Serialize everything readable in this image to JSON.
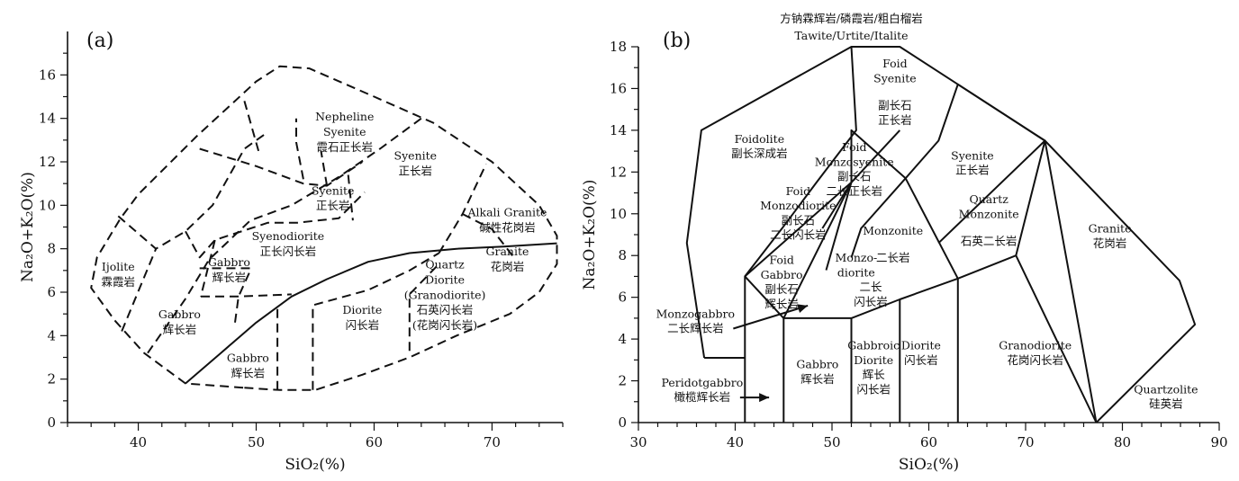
{
  "chart_data": [
    {
      "type": "scatter",
      "panel_label": "(a)",
      "xlabel": "SiO₂(%)",
      "ylabel": "Na₂O+K₂O(%)",
      "xlim": [
        34,
        76
      ],
      "ylim": [
        0,
        18
      ],
      "xticks": [
        40,
        50,
        60,
        70
      ],
      "yticks": [
        0,
        2,
        4,
        6,
        8,
        10,
        12,
        14,
        16
      ],
      "grid": false,
      "solid_boundaries": [
        [
          [
            44,
            1.8
          ],
          [
            47,
            3.2
          ],
          [
            50,
            4.6
          ],
          [
            53,
            5.8
          ],
          [
            56,
            6.6
          ],
          [
            59.5,
            7.4
          ],
          [
            63,
            7.8
          ],
          [
            67,
            8.0
          ],
          [
            71,
            8.1
          ],
          [
            75.5,
            8.25
          ]
        ]
      ],
      "dashed_boundaries": [
        [
          [
            49,
            1.6
          ],
          [
            52,
            1.5
          ],
          [
            55,
            1.5
          ],
          [
            59,
            2.2
          ],
          [
            63,
            3.0
          ],
          [
            67,
            4.0
          ],
          [
            71.5,
            5.0
          ],
          [
            74,
            6.0
          ],
          [
            75.5,
            7.3
          ],
          [
            75.5,
            8.6
          ],
          [
            74,
            10.0
          ],
          [
            70,
            12.0
          ],
          [
            65,
            13.8
          ],
          [
            60,
            15.0
          ],
          [
            54.5,
            16.3
          ],
          [
            52,
            16.4
          ],
          [
            50,
            15.7
          ],
          [
            48,
            14.7
          ],
          [
            45,
            13.2
          ],
          [
            40,
            10.5
          ],
          [
            38.5,
            9.4
          ],
          [
            36.5,
            7.6
          ],
          [
            36,
            6.2
          ],
          [
            38,
            4.7
          ],
          [
            40.5,
            3.2
          ],
          [
            44,
            1.8
          ],
          [
            49,
            1.6
          ]
        ],
        [
          [
            40.8,
            3.2
          ],
          [
            44,
            5.7
          ],
          [
            46,
            7.5
          ],
          [
            49.5,
            9.3
          ],
          [
            53,
            10.0
          ],
          [
            57,
            11.3
          ],
          [
            60.5,
            12.6
          ],
          [
            64,
            14.0
          ]
        ],
        [
          [
            38.3,
            9.5
          ],
          [
            41.5,
            8.0
          ],
          [
            44,
            8.8
          ],
          [
            46.3,
            10.0
          ],
          [
            49,
            12.6
          ],
          [
            50.8,
            13.3
          ]
        ],
        [
          [
            38.6,
            4.2
          ],
          [
            41.5,
            8.0
          ]
        ],
        [
          [
            44,
            8.8
          ],
          [
            45.2,
            7.6
          ],
          [
            46.5,
            8.4
          ],
          [
            51,
            9.2
          ],
          [
            53.5,
            9.2
          ],
          [
            57,
            9.4
          ],
          [
            59.2,
            10.6
          ]
        ],
        [
          [
            46.5,
            8.4
          ],
          [
            45.3,
            5.8
          ]
        ],
        [
          [
            45.3,
            5.8
          ],
          [
            48.5,
            5.8
          ],
          [
            53,
            5.9
          ]
        ],
        [
          [
            48.2,
            4.6
          ],
          [
            48.5,
            5.8
          ],
          [
            49.5,
            7.0
          ],
          [
            49.5,
            7.1
          ],
          [
            45.2,
            7.1
          ]
        ],
        [
          [
            45.2,
            12.6
          ],
          [
            50,
            11.8
          ],
          [
            54,
            11.0
          ],
          [
            56,
            10.9
          ],
          [
            59,
            12.0
          ]
        ],
        [
          [
            49,
            14.8
          ],
          [
            50.2,
            12.5
          ]
        ],
        [
          [
            51.8,
            1.5
          ],
          [
            51.8,
            5.4
          ]
        ],
        [
          [
            54.8,
            1.5
          ],
          [
            54.8,
            5.4
          ],
          [
            59.5,
            6.1
          ],
          [
            63,
            7.0
          ],
          [
            65.5,
            7.8
          ]
        ],
        [
          [
            63,
            3.3
          ],
          [
            63,
            5.9
          ],
          [
            65.5,
            7.3
          ]
        ],
        [
          [
            54,
            11.2
          ],
          [
            53.4,
            12.9
          ],
          [
            53.4,
            14.0
          ]
        ],
        [
          [
            56,
            10.9
          ],
          [
            55.5,
            12.5
          ]
        ],
        [
          [
            57.8,
            11.4
          ],
          [
            58.2,
            9.3
          ]
        ],
        [
          [
            65.5,
            7.8
          ],
          [
            67.5,
            9.6
          ],
          [
            69.5,
            11.9
          ]
        ],
        [
          [
            67.5,
            9.6
          ],
          [
            70,
            8.9
          ],
          [
            72,
            7.5
          ]
        ]
      ],
      "field_labels": [
        {
          "text": "Ijolite",
          "x": 38.3,
          "y": 7.0
        },
        {
          "text": "霖霞岩",
          "x": 38.3,
          "y": 6.3
        },
        {
          "text": "Gabbro",
          "x": 47.7,
          "y": 7.2
        },
        {
          "text": "辉长岩",
          "x": 47.7,
          "y": 6.5
        },
        {
          "text": "Gabbro",
          "x": 43.5,
          "y": 4.8
        },
        {
          "text": "辉长岩",
          "x": 43.5,
          "y": 4.1
        },
        {
          "text": "Gabbro",
          "x": 49.3,
          "y": 2.8
        },
        {
          "text": "辉长岩",
          "x": 49.3,
          "y": 2.1
        },
        {
          "text": "Syenodiorite",
          "x": 52.7,
          "y": 8.4
        },
        {
          "text": "正长闪长岩",
          "x": 52.7,
          "y": 7.7
        },
        {
          "text": "Syenite",
          "x": 56.5,
          "y": 10.5
        },
        {
          "text": "正长岩",
          "x": 56.5,
          "y": 9.8
        },
        {
          "text": "Nepheline",
          "x": 57.5,
          "y": 13.9
        },
        {
          "text": "Syenite",
          "x": 57.5,
          "y": 13.2
        },
        {
          "text": "霞石正长岩",
          "x": 57.5,
          "y": 12.5
        },
        {
          "text": "Syenite",
          "x": 63.5,
          "y": 12.1
        },
        {
          "text": "正长岩",
          "x": 63.5,
          "y": 11.4
        },
        {
          "text": "Alkali Granite",
          "x": 71.3,
          "y": 9.5
        },
        {
          "text": "碱性花岗岩",
          "x": 71.3,
          "y": 8.8
        },
        {
          "text": "Granite",
          "x": 71.3,
          "y": 7.7
        },
        {
          "text": "花岗岩",
          "x": 71.3,
          "y": 7.0
        },
        {
          "text": "Quartz",
          "x": 66.0,
          "y": 7.1
        },
        {
          "text": "Diorite",
          "x": 66.0,
          "y": 6.4
        },
        {
          "text": "(Granodiorite)",
          "x": 66.0,
          "y": 5.7
        },
        {
          "text": "石英闪长岩",
          "x": 66.0,
          "y": 5.0
        },
        {
          "text": "(花岗闪长岩)",
          "x": 66.0,
          "y": 4.3
        },
        {
          "text": "Diorite",
          "x": 59.0,
          "y": 5.0
        },
        {
          "text": "闪长岩",
          "x": 59.0,
          "y": 4.3
        }
      ]
    },
    {
      "type": "scatter",
      "panel_label": "(b)",
      "xlabel": "SiO₂(%)",
      "ylabel": "Na₂O+K₂O(%)",
      "xlim": [
        30,
        90
      ],
      "ylim": [
        0,
        18
      ],
      "xticks": [
        30,
        40,
        50,
        60,
        70,
        80,
        90
      ],
      "yticks": [
        0,
        2,
        4,
        6,
        8,
        10,
        12,
        14,
        16,
        18
      ],
      "grid": false,
      "top_label_lines": [
        "方钠霖辉岩/磷霞岩/粗白榴岩",
        "Tawite/Urtite/Italite"
      ],
      "solid_boundaries": [
        [
          [
            41,
            0
          ],
          [
            41,
            7
          ],
          [
            52,
            11.5
          ],
          [
            57,
            14
          ]
        ],
        [
          [
            41,
            7
          ],
          [
            45,
            9.4
          ],
          [
            48.4,
            11.5
          ],
          [
            52.5,
            14
          ],
          [
            52,
            18
          ]
        ],
        [
          [
            41,
            7
          ],
          [
            45,
            5
          ],
          [
            52,
            5
          ],
          [
            57,
            5.9
          ],
          [
            63,
            6.9
          ],
          [
            69,
            8
          ],
          [
            77.3,
            0
          ]
        ],
        [
          [
            45,
            5
          ],
          [
            45,
            0
          ]
        ],
        [
          [
            52,
            5
          ],
          [
            52,
            0
          ]
        ],
        [
          [
            57,
            5.9
          ],
          [
            57,
            0
          ]
        ],
        [
          [
            63,
            6.9
          ],
          [
            63,
            0
          ]
        ],
        [
          [
            45,
            5
          ],
          [
            52,
            11.5
          ],
          [
            49.4,
            7.3
          ]
        ],
        [
          [
            52,
            11.5
          ],
          [
            52,
            14
          ],
          [
            57.6,
            11.7
          ],
          [
            61,
            13.5
          ],
          [
            63,
            16.2
          ]
        ],
        [
          [
            57.6,
            11.7
          ],
          [
            53,
            9.3
          ],
          [
            52,
            7.9
          ]
        ],
        [
          [
            57.6,
            11.7
          ],
          [
            63,
            6.9
          ]
        ],
        [
          [
            61,
            8.6
          ],
          [
            72,
            13.5
          ],
          [
            69,
            8
          ]
        ],
        [
          [
            63,
            16.2
          ],
          [
            72,
            13.5
          ],
          [
            77.3,
            0
          ]
        ],
        [
          [
            36.8,
            3.1
          ],
          [
            35,
            8.6
          ],
          [
            36.5,
            14
          ],
          [
            52,
            18
          ],
          [
            57,
            18
          ],
          [
            63,
            16.2
          ],
          [
            72,
            13.5
          ],
          [
            85.9,
            6.8
          ],
          [
            87.5,
            4.7
          ],
          [
            77.3,
            0
          ]
        ],
        [
          [
            36.8,
            3.1
          ],
          [
            41,
            3.1
          ]
        ],
        [
          [
            52,
            11.5
          ],
          [
            49,
            9.3
          ]
        ]
      ],
      "arrows": [
        {
          "from": [
            39.8,
            4.5
          ],
          "to": [
            47.5,
            5.6
          ],
          "label_lines": [
            "Monzogabbro",
            "二长辉长岩"
          ]
        },
        {
          "from": [
            40.5,
            1.2
          ],
          "to": [
            43.5,
            1.2
          ],
          "label_lines": [
            "Peridotgabbro",
            "橄榄辉长岩"
          ]
        }
      ],
      "field_labels": [
        {
          "text": "Foid",
          "x": 56.5,
          "y": 17.0
        },
        {
          "text": "Syenite",
          "x": 56.5,
          "y": 16.3
        },
        {
          "text": "副长石",
          "x": 56.5,
          "y": 15.0
        },
        {
          "text": "正长岩",
          "x": 56.5,
          "y": 14.3
        },
        {
          "text": "Foidolite",
          "x": 42.5,
          "y": 13.4
        },
        {
          "text": "副长深成岩",
          "x": 42.5,
          "y": 12.7
        },
        {
          "text": "Foid",
          "x": 52.3,
          "y": 13.0
        },
        {
          "text": "Monzosyenite",
          "x": 52.3,
          "y": 12.3
        },
        {
          "text": "副长石",
          "x": 52.3,
          "y": 11.6
        },
        {
          "text": "二长正长岩",
          "x": 52.3,
          "y": 10.9
        },
        {
          "text": "Syenite",
          "x": 64.5,
          "y": 12.6
        },
        {
          "text": "正长岩",
          "x": 64.5,
          "y": 11.9
        },
        {
          "text": "Foid",
          "x": 46.5,
          "y": 10.9
        },
        {
          "text": "Monzodiorite",
          "x": 46.5,
          "y": 10.2
        },
        {
          "text": "副长石",
          "x": 46.5,
          "y": 9.5
        },
        {
          "text": "二长闪长岩",
          "x": 46.5,
          "y": 8.8
        },
        {
          "text": "Monzonite",
          "x": 56.3,
          "y": 9.0
        },
        {
          "text": "二长岩",
          "x": 56.3,
          "y": 7.7
        },
        {
          "text": "Quartz",
          "x": 66.2,
          "y": 10.5
        },
        {
          "text": "Monzonite",
          "x": 66.2,
          "y": 9.8
        },
        {
          "text": "石英二长岩",
          "x": 66.2,
          "y": 8.5
        },
        {
          "text": "Granite",
          "x": 78.7,
          "y": 9.1
        },
        {
          "text": "花岗岩",
          "x": 78.7,
          "y": 8.4
        },
        {
          "text": "Foid",
          "x": 44.8,
          "y": 7.6
        },
        {
          "text": "Gabbro",
          "x": 44.8,
          "y": 6.9
        },
        {
          "text": "副长石",
          "x": 44.8,
          "y": 6.2
        },
        {
          "text": "辉长岩",
          "x": 44.8,
          "y": 5.5
        },
        {
          "text": "Monzo-",
          "x": 52.5,
          "y": 7.7
        },
        {
          "text": "diorite",
          "x": 52.5,
          "y": 7.0
        },
        {
          "text": "二长",
          "x": 54.0,
          "y": 6.3
        },
        {
          "text": "闪长岩",
          "x": 54.0,
          "y": 5.6
        },
        {
          "text": "Gabbro",
          "x": 48.5,
          "y": 2.6
        },
        {
          "text": "辉长岩",
          "x": 48.5,
          "y": 1.9
        },
        {
          "text": "Gabbroic",
          "x": 54.3,
          "y": 3.5
        },
        {
          "text": "Diorite",
          "x": 54.3,
          "y": 2.8
        },
        {
          "text": "辉长",
          "x": 54.3,
          "y": 2.1
        },
        {
          "text": "闪长岩",
          "x": 54.3,
          "y": 1.4
        },
        {
          "text": "Diorite",
          "x": 59.2,
          "y": 3.5
        },
        {
          "text": "闪长岩",
          "x": 59.2,
          "y": 2.8
        },
        {
          "text": "Granodiorite",
          "x": 71.0,
          "y": 3.5
        },
        {
          "text": "花岗闪长岩",
          "x": 71.0,
          "y": 2.8
        },
        {
          "text": "Quartzolite",
          "x": 84.5,
          "y": 1.4
        },
        {
          "text": "硅英岩",
          "x": 84.5,
          "y": 0.7
        }
      ]
    }
  ]
}
